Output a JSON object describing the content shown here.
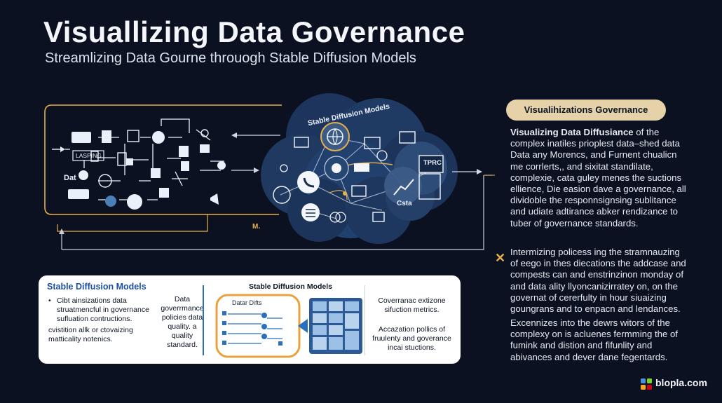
{
  "header": {
    "title": "Visuallizing Data Governance",
    "subtitle": "Streamlizing Data Gourne throuogh Stable Diffusion Models"
  },
  "diagram": {
    "cloud_label": "Stable Diffusion Models",
    "node_dat": "Dat",
    "node_lasping": "LASPING",
    "node_tprc": "TPRC",
    "node_csta": "Csta",
    "node_m": "M."
  },
  "right_panel": {
    "pill": "Visualihizations Governance",
    "p1_lead": "Visualizing Data Diffusiance",
    "p1_rest": " of the complex inatiles prioplest data–shed data Data any Morencs, and Furnent chualicn me corrlerts,, and sixitat standilate, complexie, cata guley menes the suctions ellience,  Die easion dave a governance, all dividoble the responnsignsing sublitance and udiate adtirance abker rendizance to tuber of governance standards.",
    "p2": "Intermizing policess ing the stramnauzing of eego in thes diecations the addcase and compests can and enstrinzinon monday of and data ality llyoncanizirratey on, on the governat of cererfulty in hour siuaizing goungrans and to enpacn and lendances.",
    "p3": "Excennizes into the dewrs witors of the complexy on is acluenes fermming the of fumink and distion and fifunlity and abivances and dever dane fegentards."
  },
  "bottom_panel": {
    "title": "Stable Diffusion Models",
    "bullets": [
      "Cibt ainsizations data struatmencful in governance sufluation contructions.",
      "cvistition allk or ctovaizing matticality notenics."
    ],
    "middle": "Data goverrmance policies data quality. a quality standard.",
    "center_title": "Stable Diffusion Models",
    "inner_title": "Datar Difts",
    "right1": "Coverranac extizone sifuction metrics.",
    "right2": "Accazation pollics of fruulenty and goverance incai stuctions."
  },
  "footer": {
    "brand": "blopla.com"
  },
  "colors": {
    "background": "#0b1120",
    "accent": "#e8b04a",
    "cloud": "#22406e",
    "pill": "#e6d2a8",
    "link": "#1d4fa3"
  }
}
